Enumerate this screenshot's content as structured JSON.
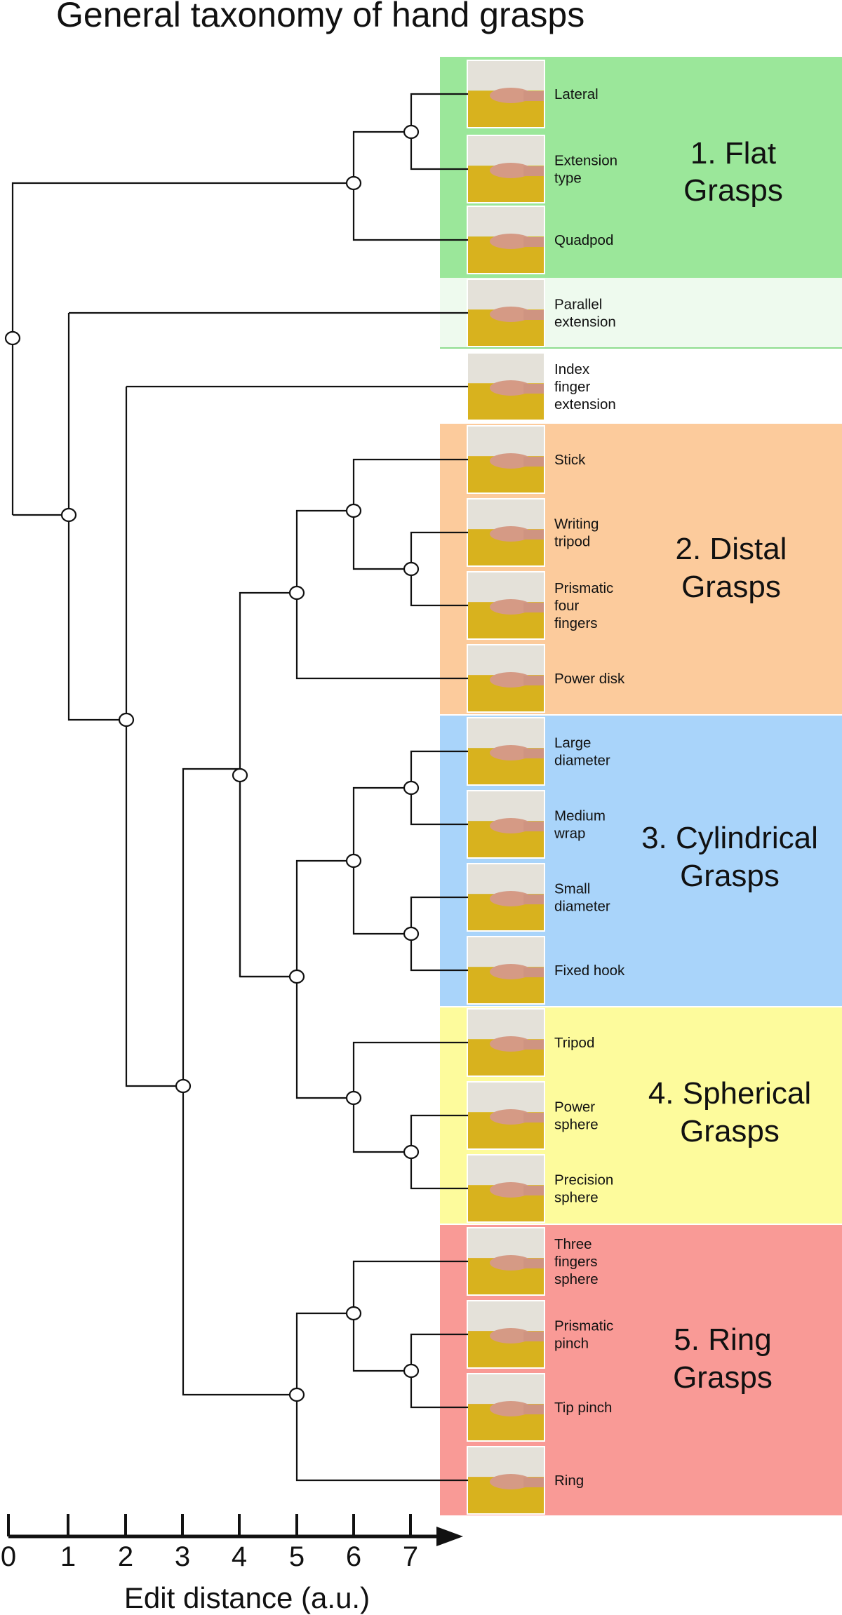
{
  "title": "General taxonomy of hand grasps",
  "x_axis_label": "Edit distance (a.u.)",
  "x_ticks": [
    "0",
    "1",
    "2",
    "3",
    "4",
    "5",
    "6",
    "7"
  ],
  "groups": [
    {
      "id": "flat",
      "label_lines": [
        "1. Flat",
        "Grasps"
      ],
      "color": "#9be79a"
    },
    {
      "id": "distal",
      "label_lines": [
        "2. Distal",
        "Grasps"
      ],
      "color": "#fccb9c"
    },
    {
      "id": "cylindrical",
      "label_lines": [
        "3. Cylindrical",
        "Grasps"
      ],
      "color": "#a9d4fa"
    },
    {
      "id": "spherical",
      "label_lines": [
        "4. Spherical",
        "Grasps"
      ],
      "color": "#fdfb9c"
    },
    {
      "id": "ring",
      "label_lines": [
        "5. Ring",
        "Grasps"
      ],
      "color": "#f99a96"
    }
  ],
  "leaves": [
    {
      "id": "lateral",
      "label_lines": [
        "Lateral"
      ]
    },
    {
      "id": "extension_type",
      "label_lines": [
        "Extension",
        "type"
      ]
    },
    {
      "id": "quadpod",
      "label_lines": [
        "Quadpod"
      ]
    },
    {
      "id": "parallel_extension",
      "label_lines": [
        "Parallel",
        "extension"
      ]
    },
    {
      "id": "index_finger_extension",
      "label_lines": [
        "Index",
        "finger",
        "extension"
      ]
    },
    {
      "id": "stick",
      "label_lines": [
        "Stick"
      ]
    },
    {
      "id": "writing_tripod",
      "label_lines": [
        "Writing",
        "tripod"
      ]
    },
    {
      "id": "prismatic_four_fingers",
      "label_lines": [
        "Prismatic",
        "four",
        "fingers"
      ]
    },
    {
      "id": "power_disk",
      "label_lines": [
        "Power disk"
      ]
    },
    {
      "id": "large_diameter",
      "label_lines": [
        "Large",
        "diameter"
      ]
    },
    {
      "id": "medium_wrap",
      "label_lines": [
        "Medium",
        "wrap"
      ]
    },
    {
      "id": "small_diameter",
      "label_lines": [
        "Small",
        "diameter"
      ]
    },
    {
      "id": "fixed_hook",
      "label_lines": [
        "Fixed hook"
      ]
    },
    {
      "id": "tripod",
      "label_lines": [
        "Tripod"
      ]
    },
    {
      "id": "power_sphere",
      "label_lines": [
        "Power",
        "sphere"
      ]
    },
    {
      "id": "precision_sphere",
      "label_lines": [
        "Precision",
        "sphere"
      ]
    },
    {
      "id": "three_fingers_sphere",
      "label_lines": [
        "Three",
        "fingers",
        "sphere"
      ]
    },
    {
      "id": "prismatic_pinch",
      "label_lines": [
        "Prismatic",
        "pinch"
      ]
    },
    {
      "id": "tip_pinch",
      "label_lines": [
        "Tip pinch"
      ]
    },
    {
      "id": "ring",
      "label_lines": [
        "Ring"
      ]
    }
  ]
}
